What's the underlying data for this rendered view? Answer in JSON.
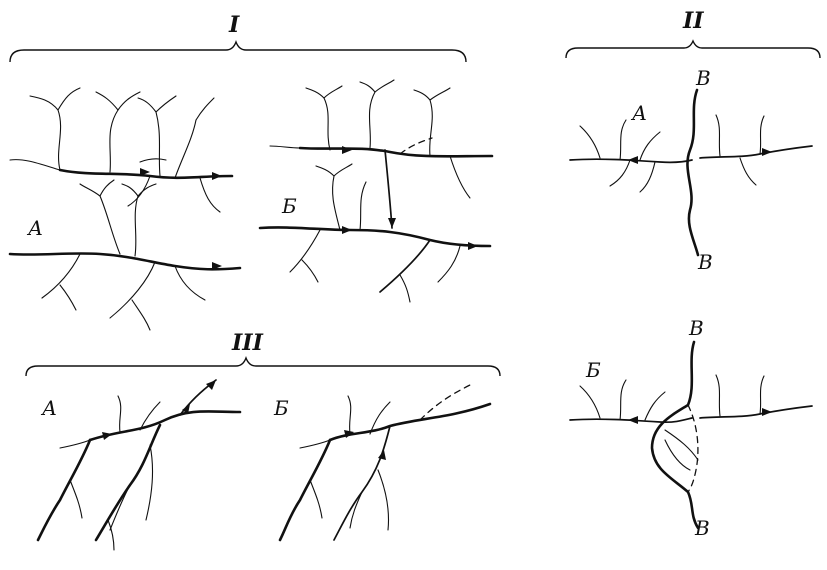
{
  "figure": {
    "colors": {
      "ink": "#111111",
      "paper": "#ffffff"
    },
    "groups": [
      {
        "id": "I",
        "label": "I",
        "panels": [
          {
            "label": "А"
          },
          {
            "label": "Б"
          }
        ]
      },
      {
        "id": "II",
        "label": "II",
        "panels": [
          {
            "label": "А",
            "divide_labels": [
              "В",
              "В"
            ]
          },
          {
            "label": "Б",
            "divide_labels": [
              "В",
              "В"
            ]
          }
        ]
      },
      {
        "id": "III",
        "label": "III",
        "panels": [
          {
            "label": "А"
          },
          {
            "label": "Б"
          }
        ]
      }
    ]
  }
}
